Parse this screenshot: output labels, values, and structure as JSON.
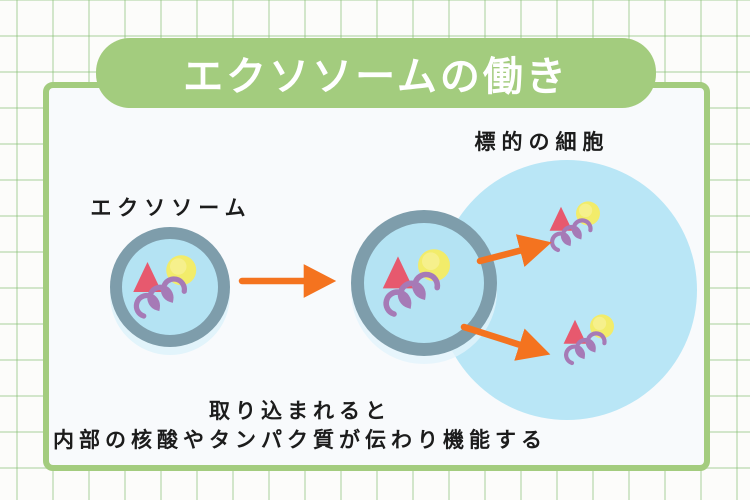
{
  "title": "エクソソームの働き",
  "diagram": {
    "exosome_label": "エクソソーム",
    "target_cell_label": "標的の細胞",
    "caption_line1": "取り込まれると",
    "caption_line2": "内部の核酸やタンパク質が伝わり機能する"
  },
  "colors": {
    "banner_green": "#A3CC7E",
    "paper_bg": "#FCFCFA",
    "grid_line_green": "#BFDFB5",
    "panel_bg": "#F8FAFC",
    "membrane_gray_blue": "#7E9DAB",
    "vesicle_fill_blue": "#B4E3F3",
    "cell_fill_blue": "#B9E6F6",
    "arrow_orange": "#F4731F",
    "protein_triangle_pink": "#E7596E",
    "protein_circle_yellow": "#F2EC6A",
    "nucleic_acid_purple": "#A67AB6",
    "text_black": "#1C1C1C"
  }
}
